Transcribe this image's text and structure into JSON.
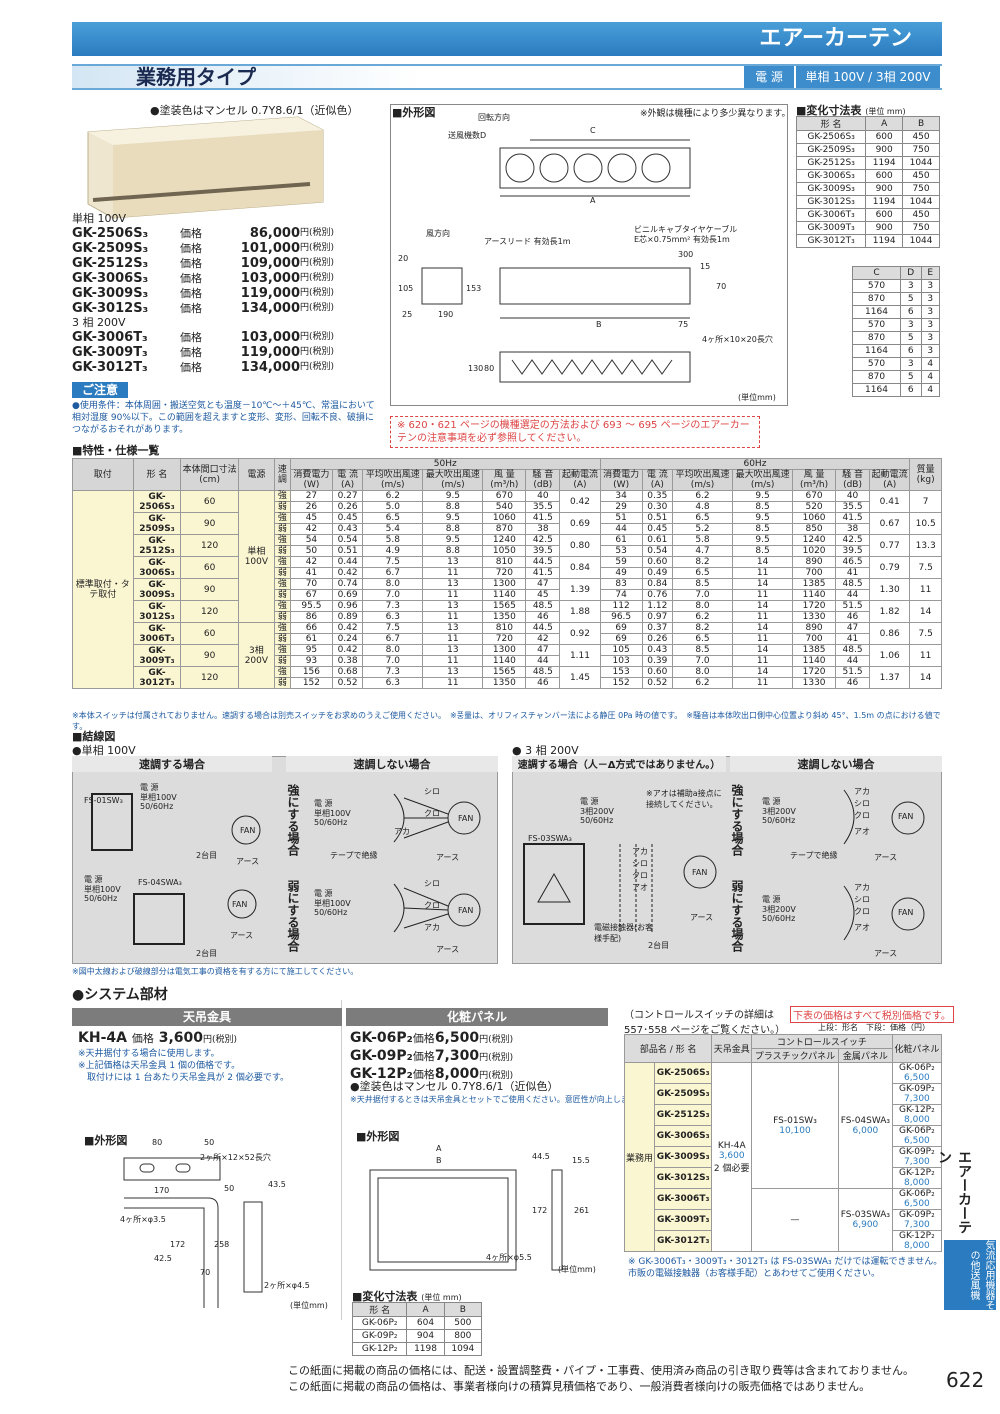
{
  "header": {
    "title": "エアーカーテン",
    "subtitle": "業務用タイプ",
    "power_label": "電 源",
    "power_value": "単相 100V / 3相 200V"
  },
  "paint_note": "●塗装色はマンセル 0.7Y8.6/1（近似色）",
  "models": {
    "single_label": "単相 100V",
    "three_label": "3 相 200V",
    "price_word": "価格",
    "tax": "円(税別)",
    "single": [
      {
        "name": "GK-2506S₃",
        "price": "86,000"
      },
      {
        "name": "GK-2509S₃",
        "price": "101,000"
      },
      {
        "name": "GK-2512S₃",
        "price": "109,000"
      },
      {
        "name": "GK-3006S₃",
        "price": "103,000"
      },
      {
        "name": "GK-3009S₃",
        "price": "119,000"
      },
      {
        "name": "GK-3012S₃",
        "price": "134,000"
      }
    ],
    "three": [
      {
        "name": "GK-3006T₃",
        "price": "103,000"
      },
      {
        "name": "GK-3009T₃",
        "price": "119,000"
      },
      {
        "name": "GK-3012T₃",
        "price": "134,000"
      }
    ]
  },
  "caution": {
    "head": "ご注意",
    "text": "●使用条件：本体周囲・搬送空気とも温度－10℃～＋45℃、常温において相対湿度 90%以下。この範囲を超えますと変形、変形、回転不良、破損につながるおそれがあります。"
  },
  "outline": {
    "label": "■外形図",
    "note": "※外観は機種により多少異なります。",
    "rotation": "回転方向",
    "fan_label": "送風機数D",
    "wind_dir": "風方向",
    "earth": "アースリード 有効長1m",
    "cable": "ビニルキャブタイヤケーブル",
    "cable2": "E芯×0.75mm² 有効長1m",
    "holes": "4ヶ所×10×20長穴",
    "unit": "(単位mm)",
    "dims": [
      "C",
      "A",
      "B",
      "300",
      "15",
      "70",
      "20",
      "105",
      "153",
      "25",
      "190",
      "75",
      "130",
      "80"
    ]
  },
  "size_table": {
    "label": "■変化寸法表",
    "unit": "(単位 mm)",
    "headers": [
      "形 名",
      "A",
      "B"
    ],
    "rows": [
      [
        "GK-2506S₃",
        "600",
        "450"
      ],
      [
        "GK-2509S₃",
        "900",
        "750"
      ],
      [
        "GK-2512S₃",
        "1194",
        "1044"
      ],
      [
        "GK-3006S₃",
        "600",
        "450"
      ],
      [
        "GK-3009S₃",
        "900",
        "750"
      ],
      [
        "GK-3012S₃",
        "1194",
        "1044"
      ],
      [
        "GK-3006T₃",
        "600",
        "450"
      ],
      [
        "GK-3009T₃",
        "900",
        "750"
      ],
      [
        "GK-3012T₃",
        "1194",
        "1044"
      ]
    ]
  },
  "cde_table": {
    "headers": [
      "C",
      "D",
      "E"
    ],
    "rows": [
      [
        "570",
        "3",
        "3"
      ],
      [
        "870",
        "5",
        "3"
      ],
      [
        "1164",
        "6",
        "3"
      ],
      [
        "570",
        "3",
        "3"
      ],
      [
        "870",
        "5",
        "3"
      ],
      [
        "1164",
        "6",
        "3"
      ],
      [
        "570",
        "3",
        "4"
      ],
      [
        "870",
        "5",
        "4"
      ],
      [
        "1164",
        "6",
        "4"
      ]
    ]
  },
  "notice": "※ 620・621 ページの機種選定の方法および 693 ～ 695 ページのエアーカーテンの注意事項を必ず参照してください。",
  "spec": {
    "label": "■特性・仕様一覧",
    "h1": [
      "取付",
      "形 名",
      "本体間口寸法(cm)",
      "電源",
      "速調",
      "50Hz",
      "60Hz",
      "質量(kg)"
    ],
    "h2": [
      "消費電力(W)",
      "電 流(A)",
      "平均吹出風速(m/s)",
      "最大吹出風速(m/s)",
      "風 量(m³/h)",
      "騒 音(dB)",
      "起動電流(A)",
      "消費電力(W)",
      "電 流(A)",
      "平均吹出風速(m/s)",
      "最大吹出風速(m/s)",
      "風 量(m³/h)",
      "騒 音(dB)",
      "起動電流(A)"
    ],
    "mount": "標準取付・タテ取付",
    "power_single": "単相100V",
    "power_three": "3相200V",
    "strong": "強",
    "weak": "弱",
    "models": [
      {
        "name": "GK-2506S₃",
        "size": "60",
        "r": [
          [
            "27",
            "0.27",
            "6.2",
            "9.5",
            "670",
            "40"
          ],
          [
            "26",
            "0.26",
            "5.0",
            "8.8",
            "540",
            "35.5"
          ]
        ],
        "start50": "0.42",
        "r60": [
          [
            "34",
            "0.35",
            "6.2",
            "9.5",
            "670",
            "40"
          ],
          [
            "29",
            "0.30",
            "4.8",
            "8.5",
            "520",
            "35.5"
          ]
        ],
        "start60": "0.41",
        "mass": "7"
      },
      {
        "name": "GK-2509S₃",
        "size": "90",
        "r": [
          [
            "45",
            "0.45",
            "6.5",
            "9.5",
            "1060",
            "41.5"
          ],
          [
            "42",
            "0.43",
            "5.4",
            "8.8",
            "870",
            "38"
          ]
        ],
        "start50": "0.69",
        "r60": [
          [
            "51",
            "0.51",
            "6.5",
            "9.5",
            "1060",
            "41.5"
          ],
          [
            "44",
            "0.45",
            "5.2",
            "8.5",
            "850",
            "38"
          ]
        ],
        "start60": "0.67",
        "mass": "10.5"
      },
      {
        "name": "GK-2512S₃",
        "size": "120",
        "r": [
          [
            "54",
            "0.54",
            "5.8",
            "9.5",
            "1240",
            "42.5"
          ],
          [
            "50",
            "0.51",
            "4.9",
            "8.8",
            "1050",
            "39.5"
          ]
        ],
        "start50": "0.80",
        "r60": [
          [
            "61",
            "0.61",
            "5.8",
            "9.5",
            "1240",
            "42.5"
          ],
          [
            "53",
            "0.54",
            "4.7",
            "8.5",
            "1020",
            "39.5"
          ]
        ],
        "start60": "0.77",
        "mass": "13.3"
      },
      {
        "name": "GK-3006S₃",
        "size": "60",
        "r": [
          [
            "42",
            "0.44",
            "7.5",
            "13",
            "810",
            "44.5"
          ],
          [
            "41",
            "0.42",
            "6.7",
            "11",
            "720",
            "41.5"
          ]
        ],
        "start50": "0.84",
        "r60": [
          [
            "59",
            "0.60",
            "8.2",
            "14",
            "890",
            "46.5"
          ],
          [
            "49",
            "0.49",
            "6.5",
            "11",
            "700",
            "41"
          ]
        ],
        "start60": "0.79",
        "mass": "7.5"
      },
      {
        "name": "GK-3009S₃",
        "size": "90",
        "r": [
          [
            "70",
            "0.74",
            "8.0",
            "13",
            "1300",
            "47"
          ],
          [
            "67",
            "0.69",
            "7.0",
            "11",
            "1140",
            "45"
          ]
        ],
        "start50": "1.39",
        "r60": [
          [
            "83",
            "0.84",
            "8.5",
            "14",
            "1385",
            "48.5"
          ],
          [
            "74",
            "0.76",
            "7.0",
            "11",
            "1140",
            "44"
          ]
        ],
        "start60": "1.30",
        "mass": "11"
      },
      {
        "name": "GK-3012S₃",
        "size": "120",
        "r": [
          [
            "95.5",
            "0.96",
            "7.3",
            "13",
            "1565",
            "48.5"
          ],
          [
            "86",
            "0.89",
            "6.3",
            "11",
            "1350",
            "46"
          ]
        ],
        "start50": "1.88",
        "r60": [
          [
            "112",
            "1.12",
            "8.0",
            "14",
            "1720",
            "51.5"
          ],
          [
            "96.5",
            "0.97",
            "6.2",
            "11",
            "1330",
            "46"
          ]
        ],
        "start60": "1.82",
        "mass": "14"
      },
      {
        "name": "GK-3006T₃",
        "size": "60",
        "r": [
          [
            "66",
            "0.42",
            "7.5",
            "13",
            "810",
            "44.5"
          ],
          [
            "61",
            "0.24",
            "6.7",
            "11",
            "720",
            "42"
          ]
        ],
        "start50": "0.92",
        "r60": [
          [
            "69",
            "0.37",
            "8.2",
            "14",
            "890",
            "47"
          ],
          [
            "69",
            "0.26",
            "6.5",
            "11",
            "700",
            "41"
          ]
        ],
        "start60": "0.86",
        "mass": "7.5"
      },
      {
        "name": "GK-3009T₃",
        "size": "90",
        "r": [
          [
            "95",
            "0.42",
            "8.0",
            "13",
            "1300",
            "47"
          ],
          [
            "93",
            "0.38",
            "7.0",
            "11",
            "1140",
            "44"
          ]
        ],
        "start50": "1.11",
        "r60": [
          [
            "105",
            "0.43",
            "8.5",
            "14",
            "1385",
            "48.5"
          ],
          [
            "103",
            "0.39",
            "7.0",
            "11",
            "1140",
            "44"
          ]
        ],
        "start60": "1.06",
        "mass": "11"
      },
      {
        "name": "GK-3012T₃",
        "size": "120",
        "r": [
          [
            "156",
            "0.68",
            "7.3",
            "13",
            "1565",
            "48.5"
          ],
          [
            "152",
            "0.52",
            "6.3",
            "11",
            "1350",
            "46"
          ]
        ],
        "start50": "1.45",
        "r60": [
          [
            "153",
            "0.60",
            "8.0",
            "14",
            "1720",
            "51.5"
          ],
          [
            "152",
            "0.52",
            "6.2",
            "11",
            "1330",
            "46"
          ]
        ],
        "start60": "1.37",
        "mass": "14"
      }
    ],
    "footnote": "※本体スイッチは付属されておりません。速調する場合は別売スイッチをお求めのうえご使用ください。　※풍量は、オリフィスチャンバー法による静圧 0Pa 時の値です。　※騒音は本体吹出口側中心位置より斜め 45°、1.5m の点における値です。"
  },
  "wiring": {
    "label": "■結線図",
    "single": "●単相 100V",
    "three": "● 3 相 200V",
    "speed": "速調する場合",
    "nospeed": "速調しない場合",
    "speed3": "速調する場合（人－Δ方式ではありません。）",
    "strong_case": "強にする場合",
    "weak_case": "弱にする場合",
    "supply": "電 源",
    "single_v": "単相100V",
    "hz": "50/60Hz",
    "three_v": "3相200V",
    "fan": "FAN",
    "earth": "アース",
    "tape": "テープで絶縁",
    "shiro": "シロ",
    "kuro": "クロ",
    "aka": "アカ",
    "ao": "アオ",
    "sw1": "FS-01SW₃",
    "sw2": "FS-04SWA₃",
    "sw3": "FS-03SWA₃",
    "two": "2台目",
    "relay": "電磁接触器(お客様手配)",
    "ao_note": "※アオは補助a接点に接続してください。",
    "footnote": "※図中太線および破線部分は電気工事の資格を有する方にて施工してください。"
  },
  "system": {
    "label": "●システム部材",
    "hanger_head": "天吊金具",
    "hanger_model": "KH-4A",
    "hanger_price": "3,600",
    "hanger_notes": [
      "※天井据付する場合に使用します。",
      "※上記価格は天吊金具 1 個の価格です。",
      "　取付けには 1 台あたり天吊金具が 2 個必要です。"
    ],
    "panel_head": "化粧パネル",
    "panels": [
      {
        "name": "GK-06P₂",
        "price": "6,500"
      },
      {
        "name": "GK-09P₂",
        "price": "7,300"
      },
      {
        "name": "GK-12P₂",
        "price": "8,000"
      }
    ],
    "panel_paint": "●塗装色はマンセル 0.7Y8.6/1（近似色）",
    "panel_note": "※天井据付するときは天吊金具とセットでご使用ください。意匠性が向上します。",
    "outline": "■外形図",
    "unit": "(単位mm)",
    "hanger_dims": [
      "80",
      "50",
      "2ヶ所×12×52長穴",
      "170",
      "50",
      "43.5",
      "4ヶ所×φ3.5",
      "172",
      "258",
      "42.5",
      "70",
      "2ヶ所×φ4.5"
    ],
    "panel_dims": [
      "A",
      "B",
      "44.5",
      "15.5",
      "172",
      "261",
      "4ヶ所×φ5.5"
    ],
    "panel_size_label": "■変化寸法表",
    "panel_size_unit": "(単位 mm)",
    "panel_size": [
      [
        "GK-06P₂",
        "604",
        "500"
      ],
      [
        "GK-09P₂",
        "904",
        "800"
      ],
      [
        "GK-12P₂",
        "1198",
        "1094"
      ]
    ]
  },
  "control": {
    "note": "（コントロールスイッチの詳細は 557･558 ページをご覧ください。）",
    "tax_note": "下表の価格はすべて税別価格です。",
    "top_note": "上段：形名　下段：価格（円）",
    "headers": [
      "部品名",
      "天吊金具",
      "コントロールスイッチ",
      "化粧パネル",
      "プラスチックパネル",
      "金属パネル",
      "形 名"
    ],
    "models": [
      "GK-2506S₃",
      "GK-2509S₃",
      "GK-2512S₃",
      "GK-3006S₃",
      "GK-3009S₃",
      "GK-3012S₃",
      "GK-3006T₃",
      "GK-3009T₃",
      "GK-3012T₃"
    ],
    "mount": "業務用",
    "hanger": "KH-4A",
    "hanger_price": "3,600",
    "need": "2 個必要",
    "plastic": "FS-01SW₃",
    "plastic_price": "10,100",
    "metal": "FS-04SWA₃",
    "metal_price": "6,000",
    "dash": "—",
    "metal3": "FS-03SWA₃",
    "metal3_price": "6,900",
    "panels": [
      [
        "GK-06P₂",
        "6,500"
      ],
      [
        "GK-09P₂",
        "7,300"
      ],
      [
        "GK-12P₂",
        "8,000"
      ],
      [
        "GK-06P₂",
        "6,500"
      ],
      [
        "GK-09P₂",
        "7,300"
      ],
      [
        "GK-12P₂",
        "8,000"
      ],
      [
        "GK-06P₂",
        "6,500"
      ],
      [
        "GK-09P₂",
        "7,300"
      ],
      [
        "GK-12P₂",
        "8,000"
      ]
    ],
    "foot": "※ GK-3006T₃・3009T₃・3012T₃ は FS-03SWA₃ だけでは運転できません。市販の電磁接触器（お客様手配）とあわせてご使用ください。"
  },
  "footer": {
    "line1": "この紙面に掲載の商品の価格には、配送・設置調整費・パイプ・工事費、使用済み商品の引き取り費等は含まれておりません。",
    "line2": "この紙面に掲載の商品の価格は、事業者様向けの積算見積価格であり、一般消費者様向けの販売価格ではありません。",
    "page": "622"
  },
  "side": {
    "category": "エアーカーテン",
    "tab": "気流応用機器その他送風機"
  },
  "colors": {
    "accent": "#2a7bbf",
    "header": "#4a9fd8",
    "yellow": "#fbf6d2",
    "note_blue": "#1e5aa0",
    "red": "#d44444"
  }
}
